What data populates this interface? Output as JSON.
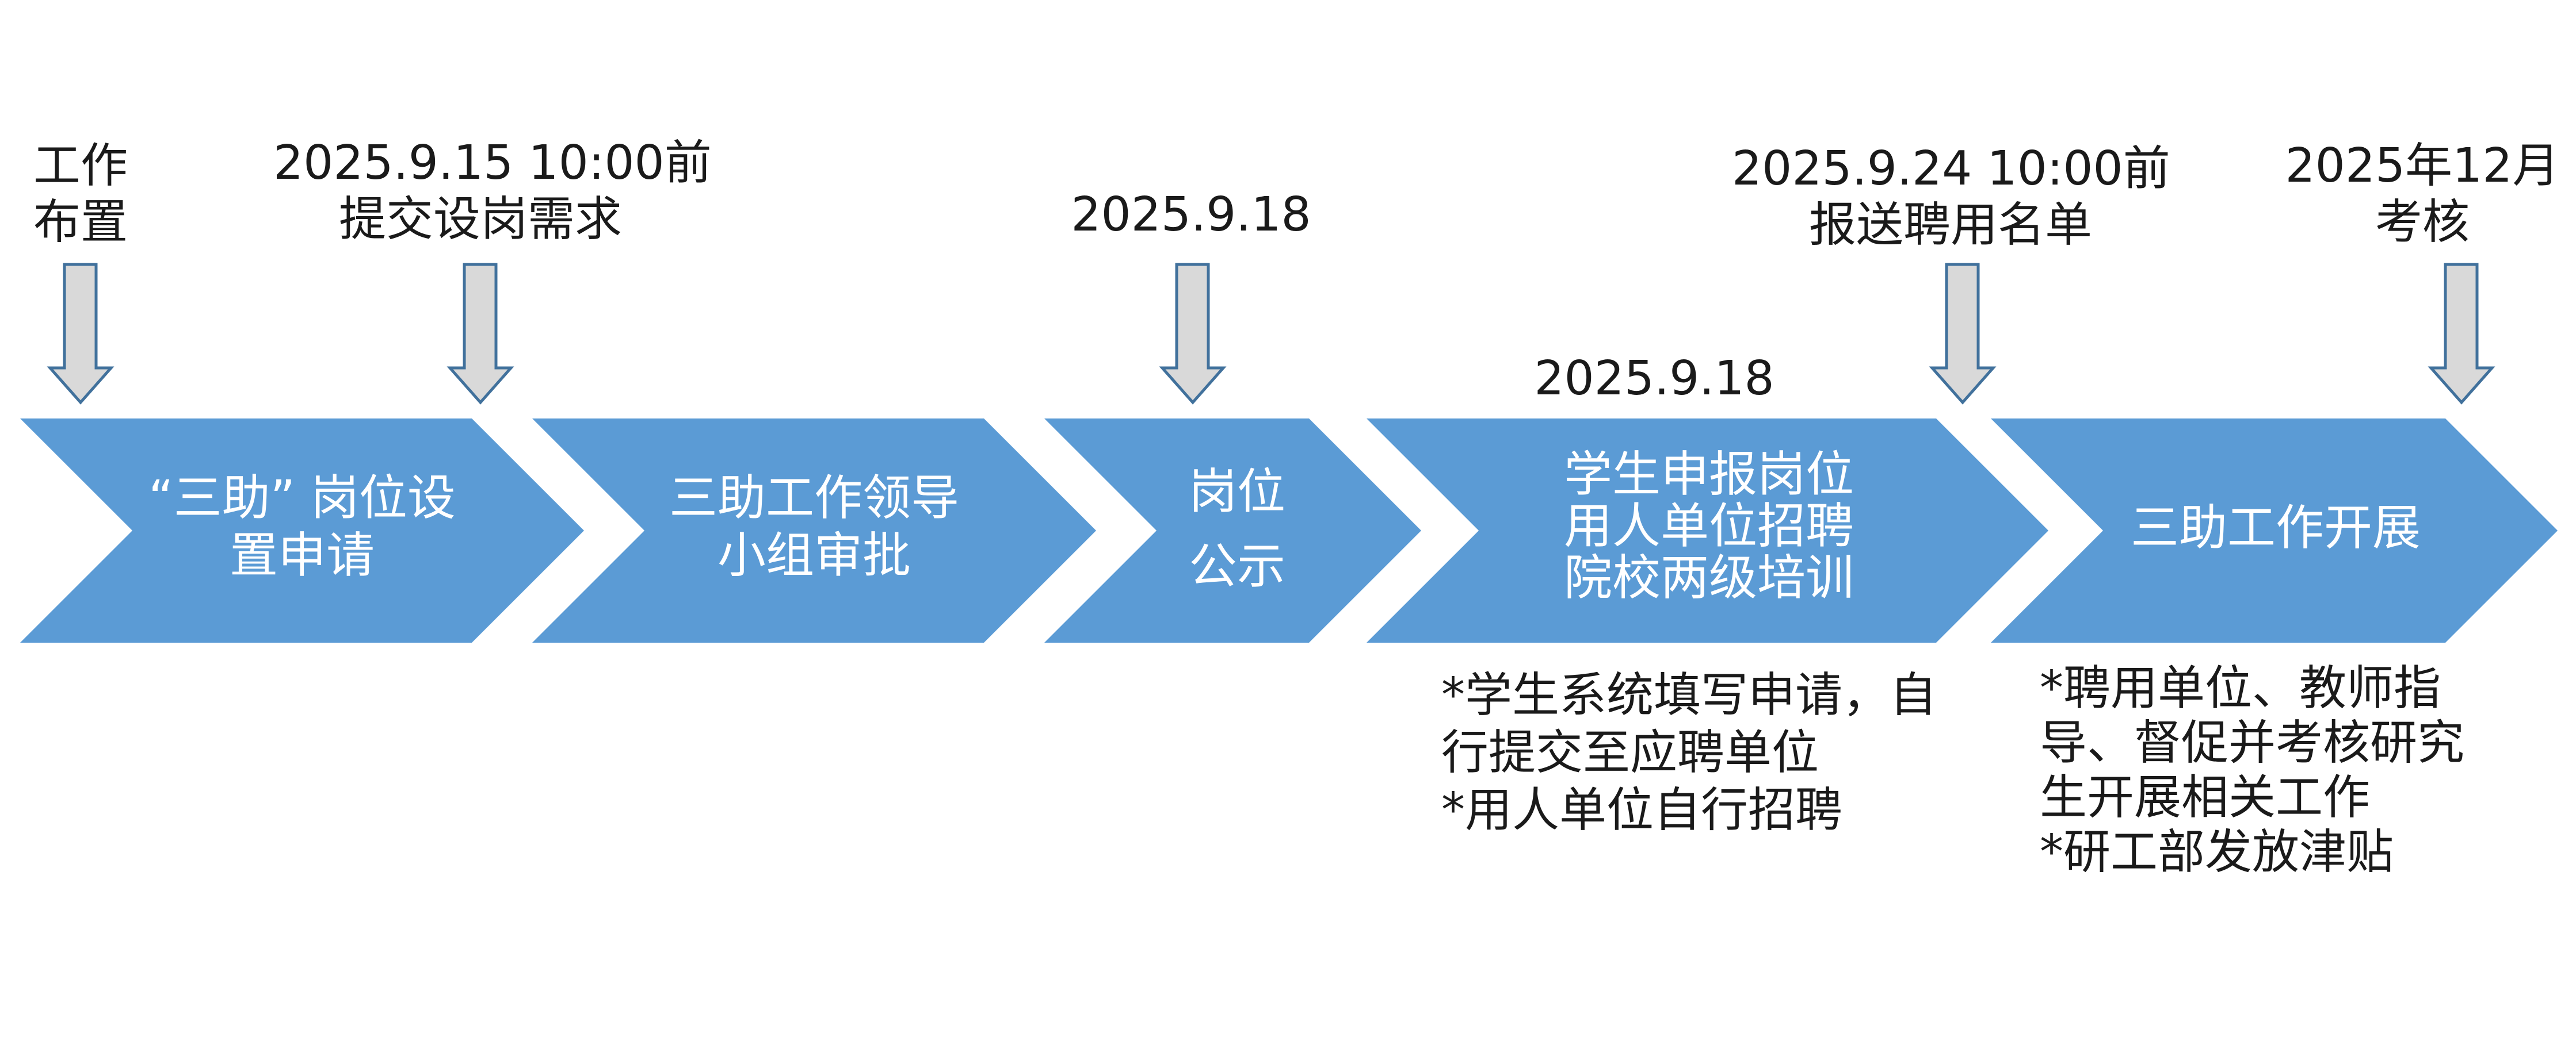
{
  "colors": {
    "chevron_fill": "#5b9bd5",
    "arrow_fill": "#d9d9d9",
    "arrow_stroke": "#41719c",
    "text": "#1a1a1a",
    "stage_text": "#ffffff"
  },
  "timeline_labels": [
    {
      "lines": [
        "工作",
        "布置"
      ]
    },
    {
      "lines": [
        "2025.9.15 10:00前",
        "提交设岗需求"
      ]
    },
    {
      "lines": [
        "2025.9.18"
      ]
    },
    {
      "lines": [
        "2025.9.18"
      ]
    },
    {
      "lines": [
        "2025.9.24 10:00前",
        "报送聘用名单"
      ]
    },
    {
      "lines": [
        "2025年12月",
        "考核"
      ]
    }
  ],
  "stages": [
    {
      "lines": [
        "“三助” 岗位设",
        "置申请"
      ]
    },
    {
      "lines": [
        "三助工作领导",
        "小组审批"
      ]
    },
    {
      "lines": [
        "岗位",
        "公示"
      ]
    },
    {
      "lines": [
        "学生申报岗位",
        "用人单位招聘",
        "院校两级培训"
      ]
    },
    {
      "lines": [
        "三助工作开展"
      ]
    }
  ],
  "notes": [
    {
      "lines": [
        "*学生系统填写申请，自",
        "行提交至应聘单位",
        "*用人单位自行招聘"
      ]
    },
    {
      "lines": [
        "*聘用单位、教师指",
        "导、督促并考核研究",
        "生开展相关工作",
        "*研工部发放津贴"
      ]
    }
  ]
}
